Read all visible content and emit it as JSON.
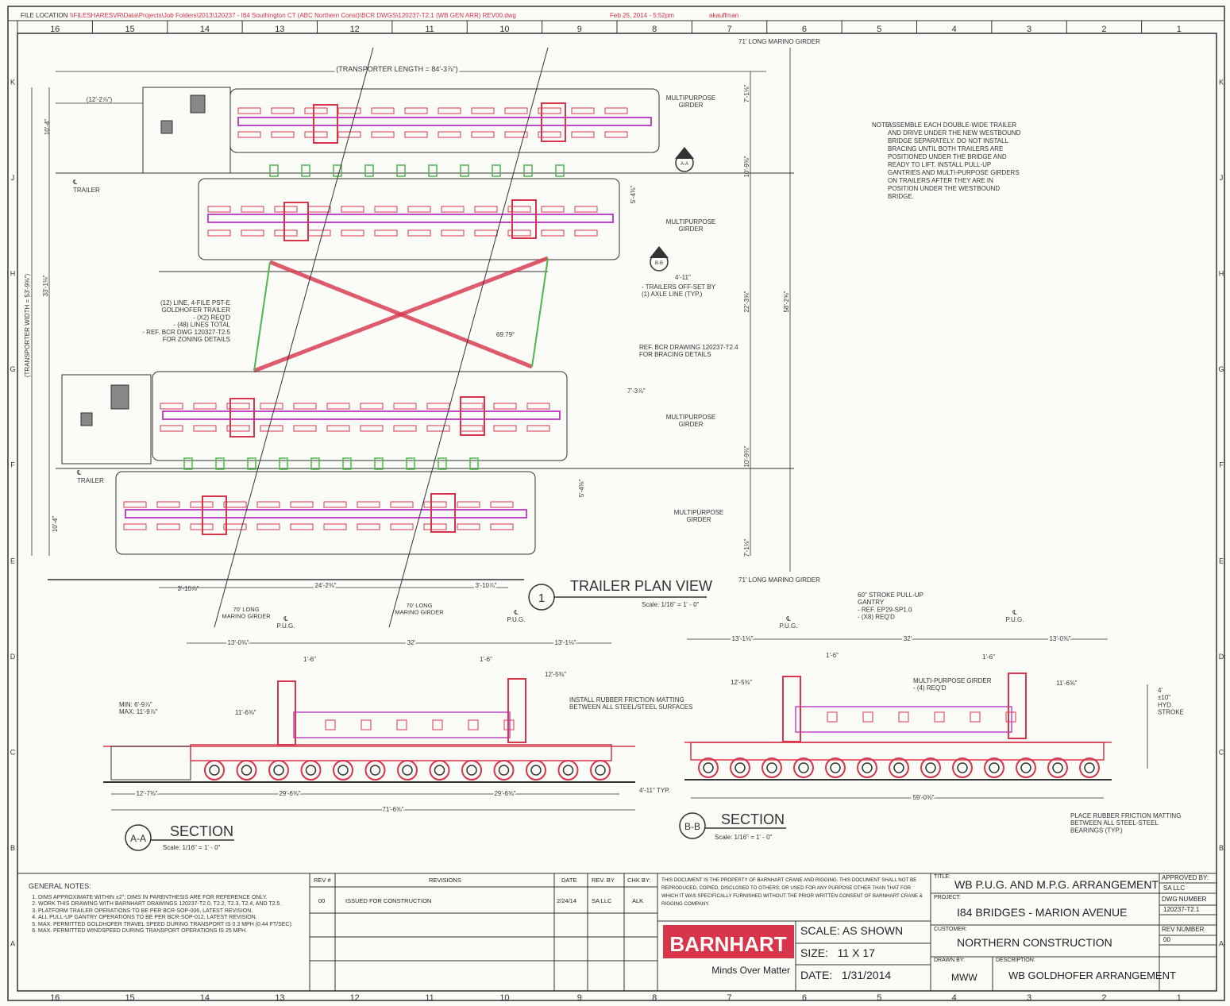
{
  "file_location": {
    "label": "FILE LOCATION",
    "path": "\\\\FILESHARESVR\\Data\\Projects\\Job Folders\\2013\\120237 - I84 Southington CT (ABC Northern Const)\\BCR DWGS\\120237-T2.1 (WB GEN ARR) REV00.dwg",
    "date": "Feb 25, 2014 - 5:52pm",
    "user": "akauffman"
  },
  "grid": {
    "columns": [
      "16",
      "15",
      "14",
      "13",
      "12",
      "11",
      "10",
      "9",
      "8",
      "7",
      "6",
      "5",
      "4",
      "3",
      "2",
      "1"
    ],
    "rows": [
      "K",
      "J",
      "H",
      "G",
      "F",
      "E",
      "D",
      "C",
      "B",
      "A"
    ]
  },
  "plan": {
    "transporter_length": "(TRANSPORTER LENGTH = 84'-3⅞\")",
    "transporter_width": "(TRANSPORTER WIDTH = 53'-9⅝\")",
    "dim_33": "33'-1⅛\"",
    "dim_12": "(12'-2⅞\")",
    "dim_10a": "10'-4\"",
    "dim_10b": "10'-4\"",
    "trailer_label_1": "TRAILER",
    "trailer_label_2": "TRAILER",
    "cl": "℄",
    "mpg_1": "MULTIPURPOSE\nGIRDER",
    "mpg_2": "MULTIPURPOSE\nGIRDER",
    "mpg_3": "MULTIPURPOSE\nGIRDER",
    "mpg_4": "MULTIPURPOSE\nGIRDER",
    "marino_top": "71' LONG MARINO GIRDER",
    "marino_bottom": "71' LONG MARINO GIRDER",
    "marino_70a": "70' LONG\nMARINO GIRDER",
    "marino_70b": "70' LONG\nMARINO GIRDER",
    "d_7_1a": "7'-1⅛\"",
    "d_10_9a": "10'-9⅜\"",
    "d_5_4a": "5'-4⅜\"",
    "d_22": "22'-3⅝\"",
    "d_58": "58'-2⅝\"",
    "d_7_3": "7'-3⅞\"",
    "d_10_9b": "10'-9⅜\"",
    "d_5_4b": "5'-4⅜\"",
    "d_7_1b": "7'-1⅛\"",
    "offset_dim": "4'-11\"",
    "offset_note": "- TRAILERS OFF-SET BY\n(1) AXLE LINE (TYP.)",
    "trailer_note": "(12) LINE, 4-FILE PST-E\nGOLDHOFER TRAILER\n- (X2) REQ'D\n- (48) LINES TOTAL\n- REF. BCR DWG 120327-T2.5\nFOR ZONING DETAILS",
    "angle": "69.79°",
    "bracing_ref": "REF. BCR DRAWING 120237-T2.4\nFOR BRACING DETAILS",
    "bottom_dim_1": "3'-10⅞\"",
    "bottom_dim_2": "24'-2⅜\"",
    "bottom_dim_3": "3'-10⅞\"",
    "section_a_tag": "A-A",
    "section_b_tag": "B-B",
    "view_number": "1",
    "view_title": "TRAILER PLAN VIEW",
    "view_scale": "Scale: 1/16\" = 1' - 0\""
  },
  "main_note": {
    "label": "NOTE:",
    "text": "ASSEMBLE EACH DOUBLE-WIDE TRAILER AND DRIVE UNDER THE NEW WESTBOUND BRIDGE SEPARATELY. DO NOT INSTALL BRACING UNTIL BOTH TRAILERS ARE POSITIONED UNDER THE BRIDGE AND READY TO LIFT. INSTALL PULL-UP GANTRIES AND MULTI-PURPOSE GIRDERS ON TRAILERS AFTER THEY ARE IN POSITION UNDER THE WESTBOUND BRIDGE."
  },
  "section_aa": {
    "tag": "A-A",
    "title": "SECTION",
    "scale": "Scale: 1/16\" = 1' - 0\"",
    "pug_left": "℄\nP.U.G.",
    "pug_right": "℄\nP.U.G.",
    "d_13": "13'-0⅜\"",
    "d_32": "32'",
    "d_13b": "13'-1⅛\"",
    "d_1_6a": "1'-6\"",
    "d_1_6b": "1'-6\"",
    "d_12_5": "12'-5⅜\"",
    "d_11_6": "11'-6⅜\"",
    "minmax": "MIN: 6'-9⅞\"\nMAX: 11'-9⅞\"",
    "matting": "INSTALL RUBBER FRICTION MATTING\nBETWEEN ALL STEEL/STEEL SURFACES",
    "d_12_7": "12'-7⅜\"",
    "d_29a": "29'-6⅜\"",
    "d_29b": "29'-6⅜\"",
    "d_71": "71'-6⅜\""
  },
  "section_bb": {
    "tag": "B-B",
    "title": "SECTION",
    "scale": "Scale: 1/16\" = 1' - 0\"",
    "gantry_note": "60\" STROKE PULL-UP\nGANTRY\n- REF. EP29-SP1.0\n- (X8) REQ'D",
    "pug_left": "℄\nP.U.G.",
    "pug_right": "℄\nP.U.G.",
    "d_13_1": "13'-1⅛\"",
    "d_32": "32'",
    "d_13_0": "13'-0⅜\"",
    "d_1_6a": "1'-6\"",
    "d_1_6b": "1'-6\"",
    "d_12_5": "12'-5⅜\"",
    "mpg_note": "MULTI-PURPOSE GIRDER\n- (4) REQ'D",
    "d_11_6": "11'-6⅜\"",
    "stroke": "4'\n±10\"\nHYD.\nSTROKE",
    "typ": "4'-11\" TYP.",
    "d_59": "59'-0⅜\"",
    "matting": "PLACE RUBBER FRICTION MATTING\nBETWEEN ALL STEEL-STEEL\nBEARINGS (TYP.)"
  },
  "general_notes": {
    "title": "GENERAL NOTES:",
    "items": [
      "DIMS APPROXIMATE WITHIN ±2\"; DIMS IN PARENTHESIS ARE FOR REFERENCE ONLY.",
      "WORK THIS DRAWING WITH BARNHART DRAWINGS 120237-T2.0, T2.2, T2.3, T2.4, AND T2.5.",
      "PLATFORM TRAILER OPERATIONS TO BE PER BCR-SOP-006, LATEST REVISION.",
      "ALL PULL-UP GANTRY OPERATIONS TO BE PER BCR-SOP-012, LATEST REVISION.",
      "MAX. PERMITTED GOLDHOFER TRAVEL SPEED DURING TRANSPORT IS 0.3 MPH (0.44 FT/SEC).",
      "MAX. PERMITTED WINDSPEED DURING TRANSPORT OPERATIONS IS 25 MPH."
    ]
  },
  "revisions": {
    "headers": [
      "REV #",
      "REVISIONS",
      "DATE",
      "REV. BY",
      "CHK BY:"
    ],
    "rows": [
      [
        "00",
        "ISSUED FOR CONSTRUCTION",
        "2/24/14",
        "SA LLC",
        "ALK"
      ]
    ]
  },
  "disclaimer": "THIS DOCUMENT IS THE PROPERTY OF BARNHART CRANE AND RIGGING. THIS DOCUMENT SHALL NOT BE REPRODUCED, COPIED, DISCLOSED TO OTHERS, OR USED FOR ANY PURPOSE OTHER THAN THAT FOR WHICH IT WAS SPECIFICALLY FURNISHED WITHOUT THE PRIOR WRITTEN CONSENT OF BARNHART CRANE & RIGGING COMPANY.",
  "logo": {
    "name": "BARNHART",
    "tagline": "Minds Over Matter"
  },
  "title_block": {
    "scale": "SCALE: AS SHOWN",
    "size": "SIZE:   11 X 17",
    "date": "DATE:   1/31/2014",
    "title_label": "TITLE:",
    "title": "WB P.U.G. AND M.P.G. ARRANGEMENT",
    "project_label": "PROJECT:",
    "project": "I84 BRIDGES - MARION AVENUE",
    "customer_label": "CUSTOMER:",
    "customer": "NORTHERN CONSTRUCTION",
    "drawn_label": "DRAWN BY:",
    "drawn": "MWW",
    "desc_label": "DESCRIPTION:",
    "description": "WB GOLDHOFER ARRANGEMENT",
    "approved_label": "APPROVED BY:",
    "approved": "SA LLC",
    "dwg_label": "DWG NUMBER",
    "dwg": "120237-T2.1",
    "rev_label": "REV NUMBER",
    "rev": "00"
  },
  "colors": {
    "red": "#d8344a",
    "magenta": "#c048c8",
    "green": "#4cb84c",
    "line": "#333333"
  }
}
